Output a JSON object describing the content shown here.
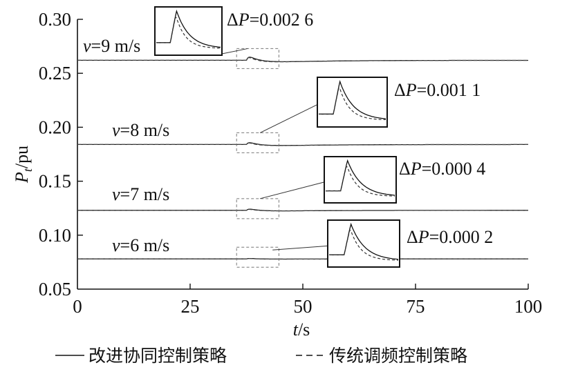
{
  "chart_data": {
    "type": "line",
    "title": "",
    "xlabel": {
      "var": "t",
      "unit": "/s"
    },
    "ylabel": {
      "var": "P",
      "sub": "t",
      "unit": "/pu"
    },
    "xlim": [
      0,
      100
    ],
    "ylim": [
      0.05,
      0.3
    ],
    "xticks": [
      "0",
      "25",
      "50",
      "75",
      "100"
    ],
    "yticks": [
      "0.05",
      "0.10",
      "0.15",
      "0.20",
      "0.25",
      "0.30"
    ],
    "grid": false,
    "legend_position": "bottom",
    "series": [
      {
        "name": "改进协同控制策略",
        "style": "solid"
      },
      {
        "name": "传统调频控制策略",
        "style": "dashed"
      }
    ],
    "cases": [
      {
        "label": "v=9 m/s",
        "label_var": "v",
        "label_rest": "=9 m/s",
        "base": 0.262,
        "dp": "ΔP=0.002 6",
        "dp_var": "P",
        "dp_rest": "=0.002 6"
      },
      {
        "label": "v=8 m/s",
        "label_var": "v",
        "label_rest": "=8 m/s",
        "base": 0.184,
        "dp": "ΔP=0.001 1",
        "dp_var": "P",
        "dp_rest": "=0.001 1"
      },
      {
        "label": "v=7 m/s",
        "label_var": "v",
        "label_rest": "=7 m/s",
        "base": 0.123,
        "dp": "ΔP=0.000 4",
        "dp_var": "P",
        "dp_rest": "=0.000 4"
      },
      {
        "label": "v=6 m/s",
        "label_var": "v",
        "label_rest": "=6 m/s",
        "base": 0.078,
        "dp": "ΔP=0.000 2",
        "dp_var": "P",
        "dp_rest": "=0.000 2"
      }
    ],
    "disturbance_time": 37.5,
    "zoom_window_x": [
      35,
      45
    ]
  }
}
